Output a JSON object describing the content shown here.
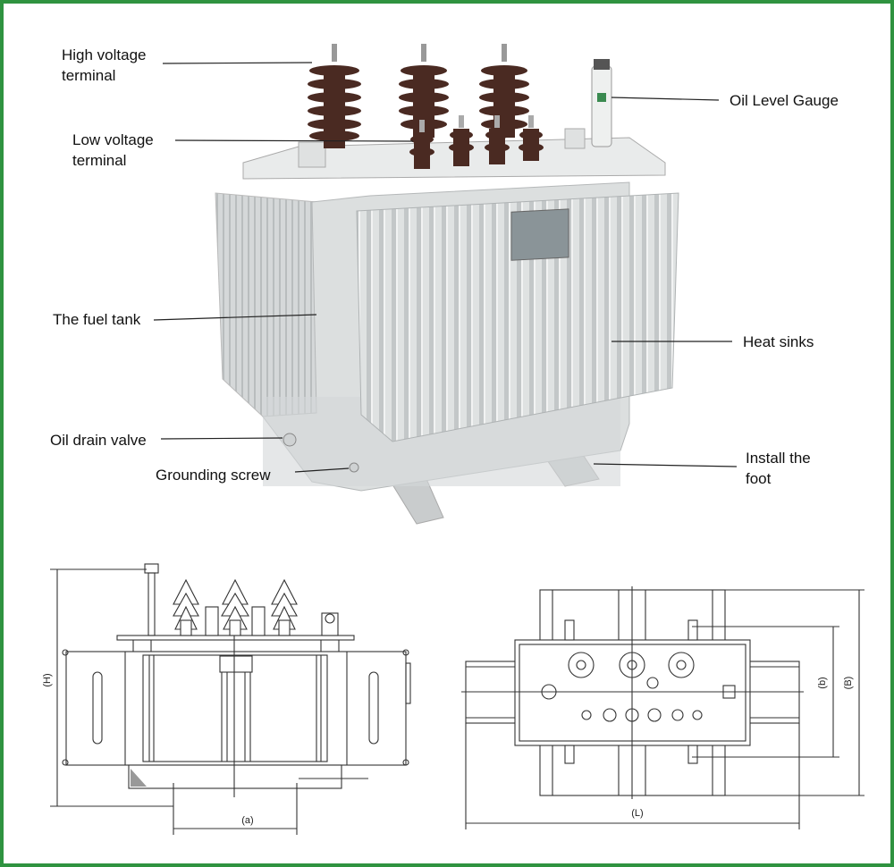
{
  "labels": {
    "high_voltage_terminal": [
      "High voltage",
      "terminal"
    ],
    "low_voltage_terminal": [
      "Low voltage",
      "terminal"
    ],
    "fuel_tank": "The fuel tank",
    "oil_drain_valve": "Oil drain valve",
    "grounding_screw": "Grounding screw",
    "oil_level_gauge": "Oil Level Gauge",
    "heat_sinks": "Heat sinks",
    "install_foot": [
      "Install the",
      "foot"
    ]
  },
  "dimensions": {
    "height": "(H)",
    "a": "(a)",
    "b": "(b)",
    "width_B": "(B)",
    "length": "(L)"
  },
  "colors": {
    "border": "#2f9340",
    "tank": "#d9dcdc",
    "bushing": "#4a2a22"
  }
}
